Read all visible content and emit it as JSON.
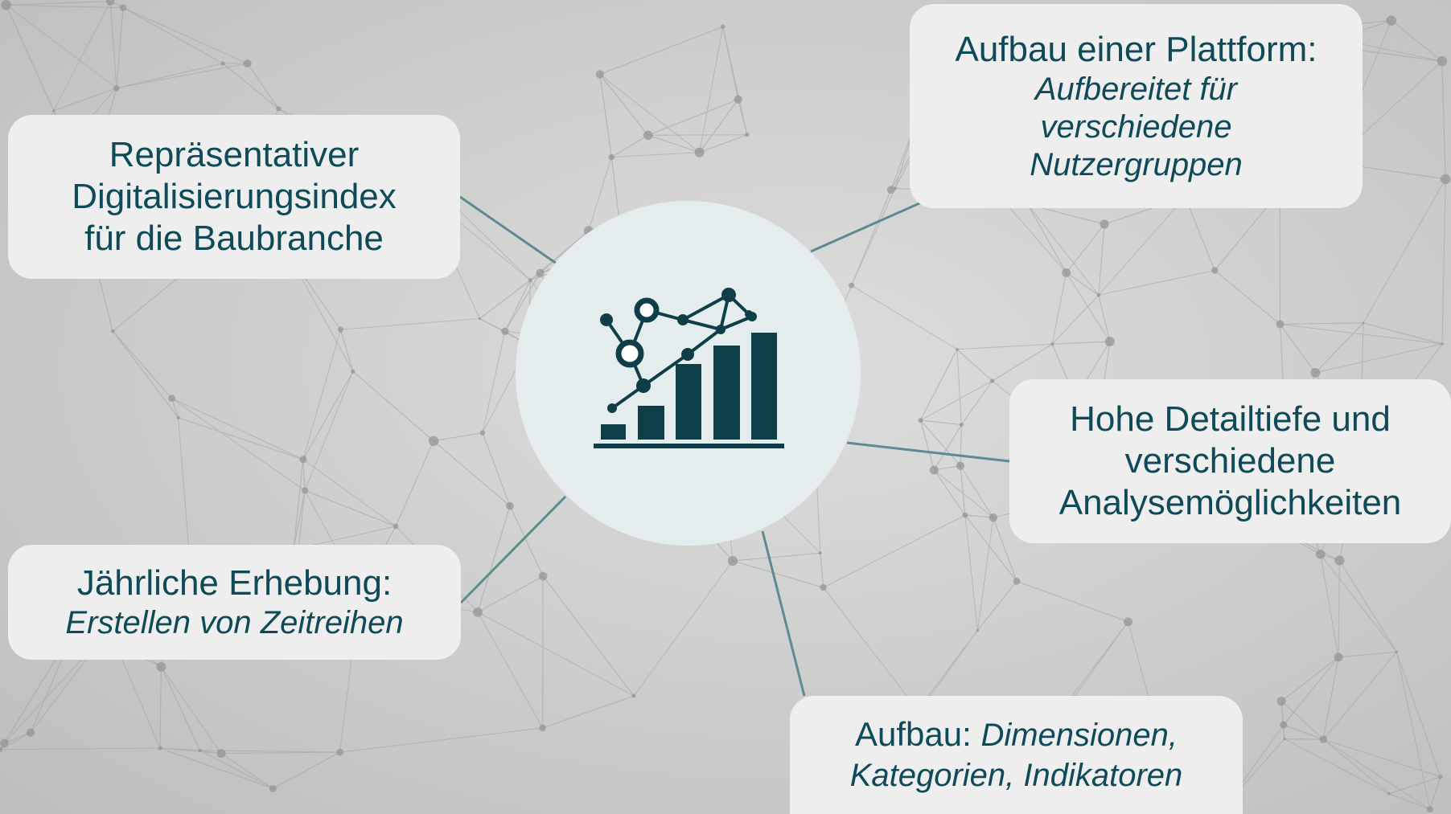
{
  "colors": {
    "background": "#c8c9c7",
    "box_fill": "#eeeeee",
    "text": "#0e4a57",
    "connector": "#5f8a92",
    "hub_fill": "#e5ecee",
    "icon": "#0e3f48"
  },
  "hub": {
    "icon": "bar-chart-network-icon"
  },
  "nodes": {
    "index": {
      "line1": "Repräsentativer",
      "line2": "Digitalisierungsindex",
      "line3": "für die Baubranche"
    },
    "platform": {
      "title": "Aufbau einer Plattform:",
      "subtitle": "Aufbereitet für verschiedene Nutzergruppen"
    },
    "detail": {
      "line1": "Hohe Detailtiefe und",
      "line2": "verschiedene",
      "line3": "Analysemöglichkeiten"
    },
    "annual": {
      "title": "Jährliche Erhebung:",
      "subtitle": "Erstellen von Zeitreihen"
    },
    "structure": {
      "prefix": "Aufbau: ",
      "italic1": "Dimensionen,",
      "italic2": "Kategorien, Indikatoren"
    }
  }
}
